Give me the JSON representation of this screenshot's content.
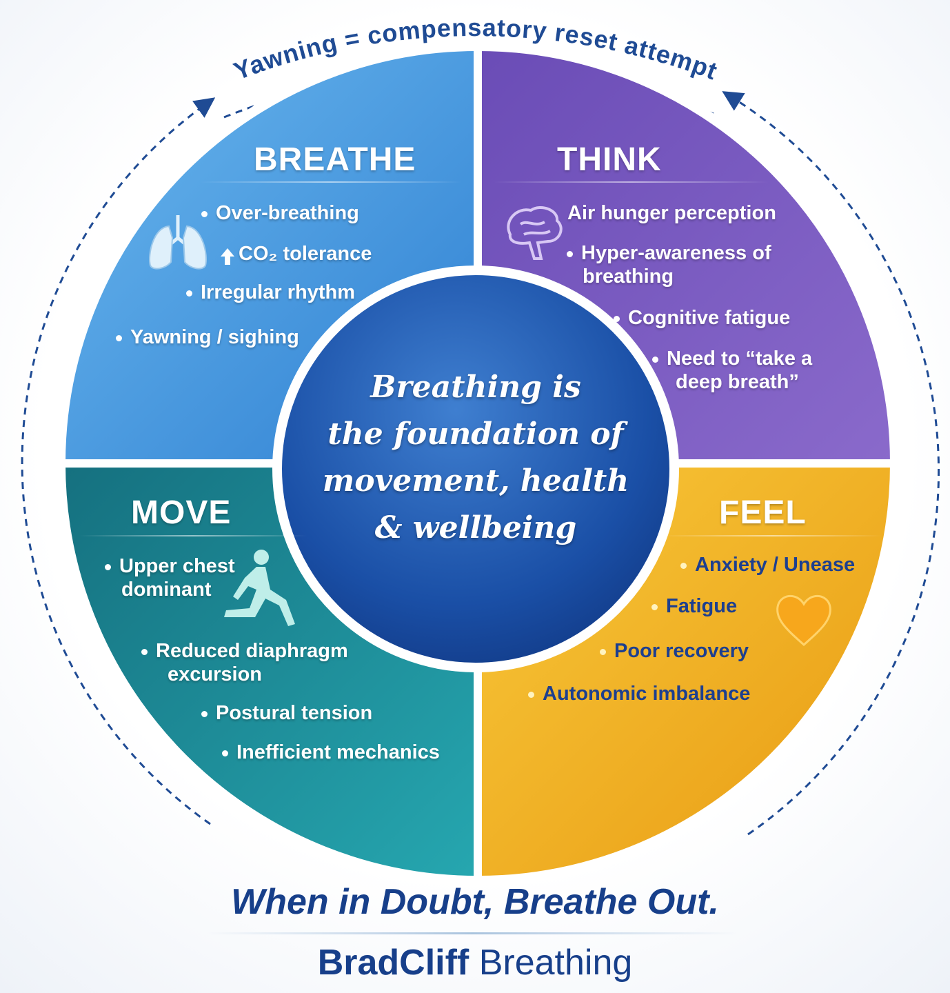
{
  "arc_label": "Yawning = compensatory reset attempt",
  "center": {
    "lines": [
      "Breathing is",
      "the foundation of",
      "movement, health",
      "& wellbeing"
    ]
  },
  "quadrants": {
    "breathe": {
      "title": "BREATHE",
      "items": [
        "Over-breathing",
        "CO₂ tolerance",
        "Irregular rhythm",
        "Yawning / sighing"
      ],
      "icon": "lungs-icon",
      "color": "#4a9fe2"
    },
    "think": {
      "title": "THINK",
      "items": [
        "Air hunger perception",
        "Hyper-awareness of",
        "breathing",
        "Cognitive fatigue",
        "Need to “take a",
        "deep breath”"
      ],
      "icon": "brain-icon",
      "color": "#7356bd"
    },
    "move": {
      "title": "MOVE",
      "items": [
        "Upper chest",
        "dominant",
        "Reduced diaphragm",
        "excursion",
        "Postural tension",
        "Inefficient mechanics"
      ],
      "icon": "runner-icon",
      "color": "#1c8c9c"
    },
    "feel": {
      "title": "FEEL",
      "items": [
        "Anxiety / Unease",
        "Fatigue",
        "Poor recovery",
        "Autonomic imbalance"
      ],
      "icon": "heart-icon",
      "color": "#f0b020"
    }
  },
  "tagline": "When in Doubt, Breathe Out.",
  "brand": {
    "bold": "BradCliff",
    "regular": "Breathing"
  }
}
